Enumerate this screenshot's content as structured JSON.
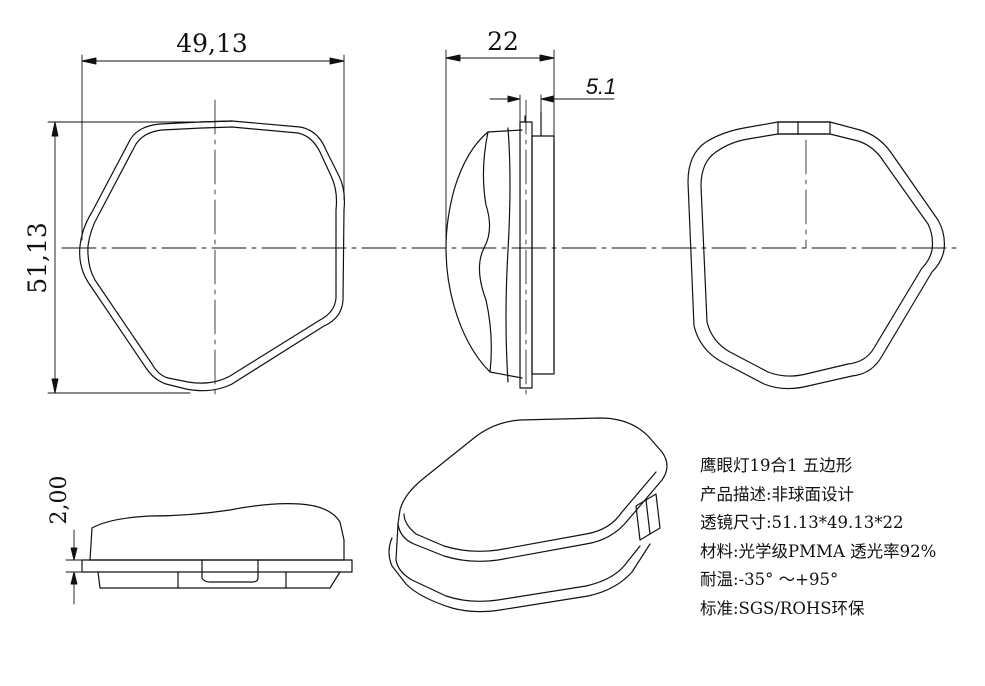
{
  "dimensions": {
    "width": "49,13",
    "height": "51,13",
    "depth": "22",
    "flange": "5.1",
    "offset": "2,00"
  },
  "spec": {
    "title": "鹰眼灯19合1 五边形",
    "description": "产品描述:非球面设计",
    "size": "透镜尺寸:51.13*49.13*22",
    "material": "材料:光学级PMMA 透光率92%",
    "temperature": "耐温:-35° ～+95°",
    "standard": "标准:SGS/ROHS环保"
  },
  "colors": {
    "line": "#111111",
    "background": "#ffffff"
  }
}
